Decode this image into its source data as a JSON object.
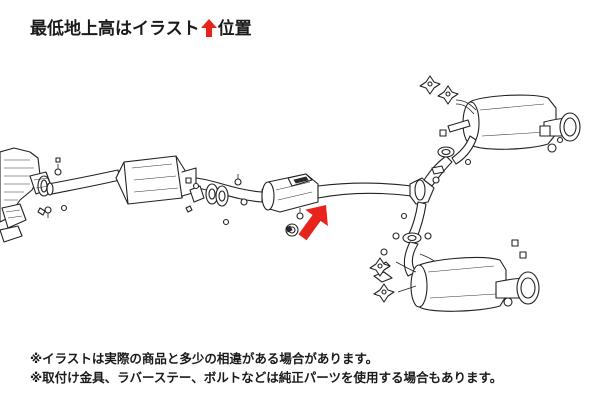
{
  "title": {
    "before": "最低地上高はイラスト",
    "after": "位置"
  },
  "notes": {
    "line1": "※イラストは実際の商品と多少の相違がある場合があります。",
    "line2": "※取付け金具、ラバーステー、ボルトなどは純正パーツを使用する場合もあります。"
  },
  "icons": {
    "title_arrow": "up-arrow-icon",
    "marker_arrow": "up-arrow-icon"
  },
  "colors": {
    "accent": "#e8231c",
    "line": "#222222",
    "text": "#1a1a1a"
  }
}
